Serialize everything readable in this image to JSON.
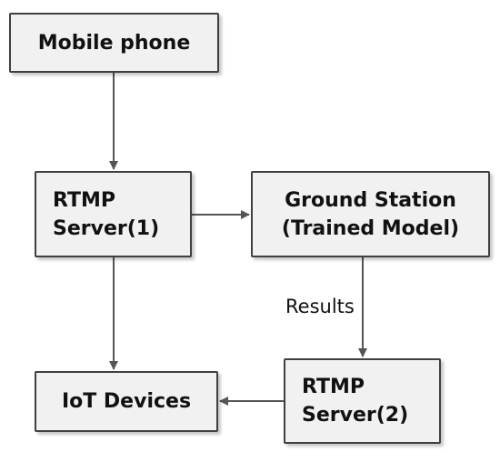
{
  "diagram": {
    "nodes": {
      "mobile": "Mobile phone",
      "rtmp1": "RTMP\nServer(1)",
      "ground": "Ground Station\n(Trained Model)",
      "iot": "IoT Devices",
      "rtmp2": "RTMP\nServer(2)"
    },
    "edges": [
      {
        "from": "Mobile phone",
        "to": "RTMP Server(1)",
        "label": ""
      },
      {
        "from": "RTMP Server(1)",
        "to": "Ground Station (Trained Model)",
        "label": ""
      },
      {
        "from": "RTMP Server(1)",
        "to": "IoT Devices",
        "label": ""
      },
      {
        "from": "Ground Station (Trained Model)",
        "to": "RTMP Server(2)",
        "label": "Results"
      },
      {
        "from": "RTMP Server(2)",
        "to": "IoT Devices",
        "label": ""
      }
    ],
    "edge_label_results": "Results"
  },
  "colors": {
    "node_fill": "#f1f1f1",
    "node_border": "#404040",
    "arrow": "#555555",
    "text": "#111111"
  }
}
